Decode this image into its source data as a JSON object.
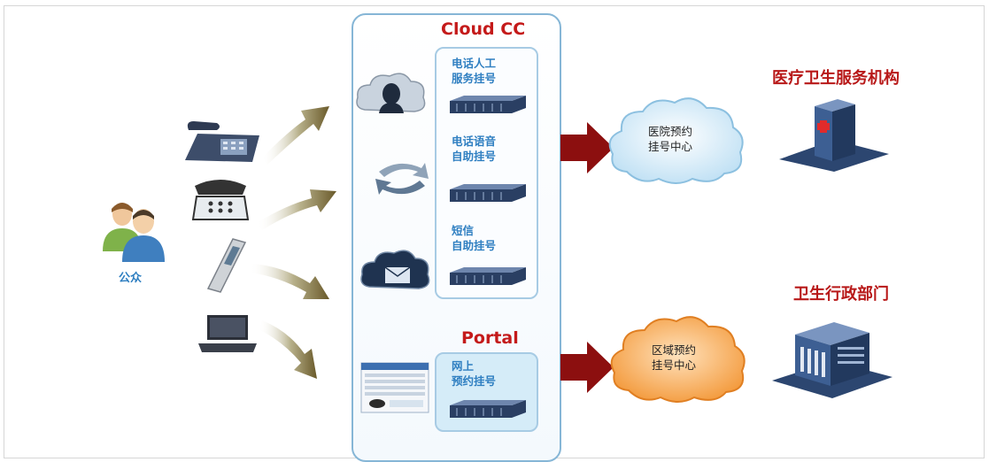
{
  "public_label": "公众",
  "cloudcc": {
    "title": "Cloud CC",
    "services": [
      {
        "line1": "电话人工",
        "line2": "服务挂号"
      },
      {
        "line1": "电话语音",
        "line2": "自助挂号"
      },
      {
        "line1": "短信",
        "line2": "自助挂号"
      }
    ]
  },
  "portal": {
    "title": "Portal",
    "service": {
      "line1": "网上",
      "line2": "预约挂号"
    }
  },
  "clouds": {
    "hospital": {
      "line1": "医院预约",
      "line2": "挂号中心"
    },
    "regional": {
      "line1": "区域预约",
      "line2": "挂号中心"
    }
  },
  "targets": {
    "medical": "医疗卫生服务机构",
    "admin": "卫生行政部门"
  },
  "colors": {
    "accent_red": "#c41a1a",
    "label_blue": "#2f7fc1",
    "cloud_blue": "#cfe8f7",
    "cloud_orange": "#f7a34a",
    "arrow_dark_red": "#8c0f0f"
  }
}
